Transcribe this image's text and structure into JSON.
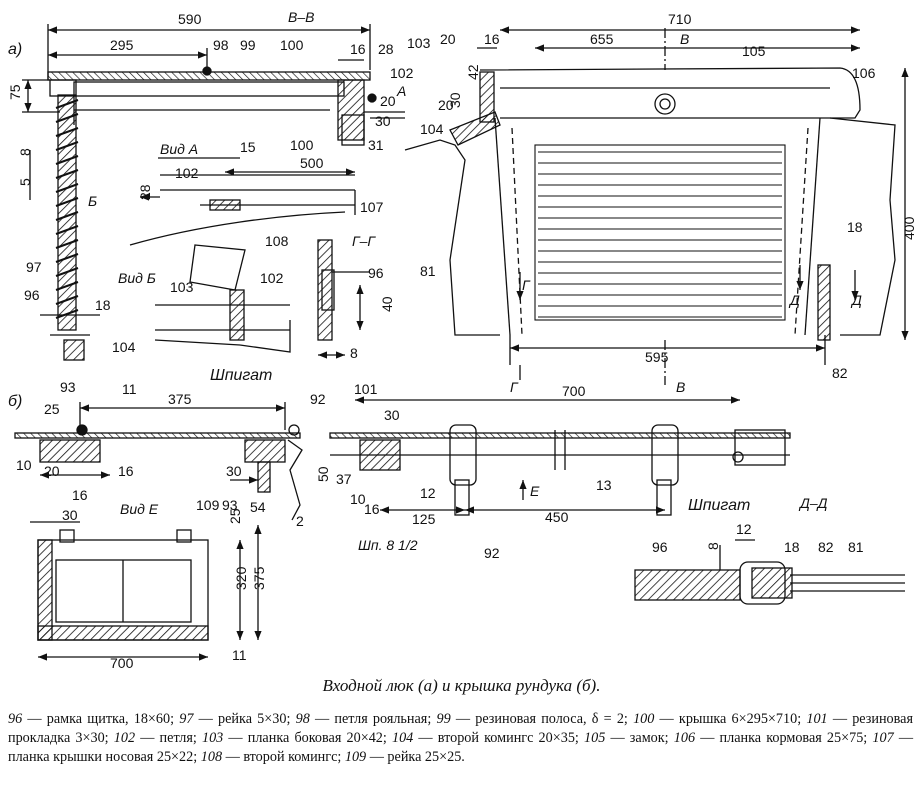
{
  "figure": {
    "caption": "Входной люк (а) и крышка рундука (б).",
    "legend": [
      {
        "num": "96",
        "text": "рамка щитка, 18×60;"
      },
      {
        "num": "97",
        "text": "рейка 5×30;"
      },
      {
        "num": "98",
        "text": "петля рояльная;"
      },
      {
        "num": "99",
        "text": "резиновая полоса, δ = 2;"
      },
      {
        "num": "100",
        "text": "крышка 6×295×710;"
      },
      {
        "num": "101",
        "text": "резиновая прокладка 3×30;"
      },
      {
        "num": "102",
        "text": "петля;"
      },
      {
        "num": "103",
        "text": "планка боковая 20×42;"
      },
      {
        "num": "104",
        "text": "второй комингс 20×35;"
      },
      {
        "num": "105",
        "text": "замок;"
      },
      {
        "num": "106",
        "text": "планка кормовая 25×75;"
      },
      {
        "num": "107",
        "text": "планка крышки носовая 25×22;"
      },
      {
        "num": "108",
        "text": "второй комингс;"
      },
      {
        "num": "109",
        "text": "рейка 25×25."
      }
    ]
  },
  "labels": {
    "part_a": "а)",
    "part_b": "б)",
    "section_vv": "В–В",
    "section_gg": "Г–Г",
    "section_dd": "Д–Д",
    "view_a": "Вид А",
    "view_b": "Вид Б",
    "view_e": "Вид Е",
    "shpigat_1": "Шпигат",
    "shpigat_2": "Шпигат",
    "shp": "Шп. 8 1/2",
    "dir_a": "А",
    "dir_b": "Б",
    "dir_e": "Е",
    "cut_v1": "В",
    "cut_v2": "В",
    "cut_g1": "Г",
    "cut_g2": "Г",
    "cut_d1": "Д",
    "cut_d2": "Д"
  },
  "dimensions": {
    "d590": "590",
    "d295": "295",
    "d75": "75",
    "d16a": "16",
    "d28a": "28",
    "d20a": "20",
    "d30a": "30",
    "d5": "5",
    "d8a": "8",
    "d18a": "18",
    "d710": "710",
    "d655": "655",
    "d20b": "20",
    "d16b": "16",
    "d42": "42",
    "d30b": "30",
    "d20c": "20",
    "d400": "400",
    "d595": "595",
    "d500": "500",
    "d28b": "28",
    "d96dim": "96",
    "d40": "40",
    "d8b": "8",
    "d375a": "375",
    "d25a": "25",
    "d20d": "20",
    "d16c": "16",
    "d16d": "16",
    "d30c": "30",
    "d54": "54",
    "d30d": "30",
    "d50": "50",
    "d37": "37",
    "d12a": "12",
    "d16e": "16",
    "d125": "125",
    "d450": "450",
    "d700a": "700",
    "d30e": "30",
    "d25b": "25",
    "d320": "320",
    "d375b": "375",
    "d700b": "700",
    "d12b": "12",
    "d8c": "8"
  },
  "callouts": {
    "c98": "98",
    "c99": "99",
    "c100a": "100",
    "c102a": "102",
    "c15": "15",
    "c100b": "100",
    "c31": "31",
    "c97": "97",
    "c96a": "96",
    "c103a": "103",
    "c104a": "104",
    "c105": "105",
    "c106": "106",
    "c81a": "81",
    "c18a": "18",
    "c82a": "82",
    "c102b": "102",
    "c107": "107",
    "c108": "108",
    "c103b": "103",
    "c102c": "102",
    "c104b": "104",
    "c93a": "93",
    "c11a": "11",
    "c92a": "92",
    "c10a": "10",
    "c54": "54",
    "c2": "2",
    "c101": "101",
    "c10b": "10",
    "c13": "13",
    "c92b": "92",
    "c109": "109",
    "c93b": "93",
    "c11b": "11",
    "c96b": "96",
    "c18b": "18",
    "c82b": "82",
    "c81b": "81"
  }
}
